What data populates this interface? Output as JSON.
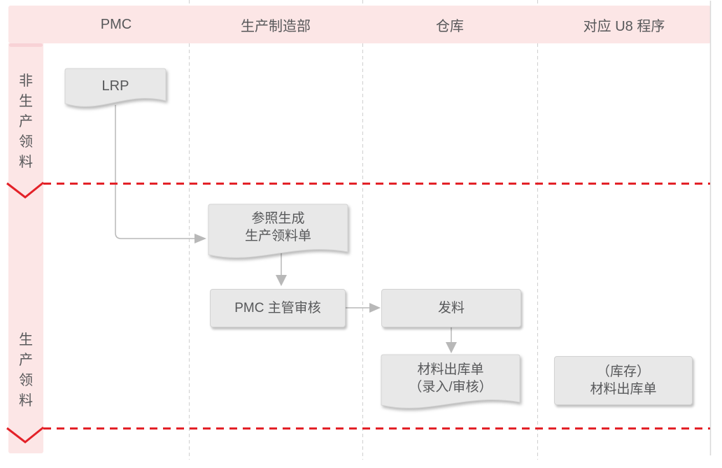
{
  "header": {
    "columns": [
      {
        "label": "PMC"
      },
      {
        "label": "生产制造部"
      },
      {
        "label": "仓库"
      },
      {
        "label": "对应 U8 程序"
      }
    ]
  },
  "lanes": [
    {
      "label": "非生产领料"
    },
    {
      "label": "生产领料"
    }
  ],
  "nodes": {
    "lrp": {
      "type": "document",
      "label": "LRP"
    },
    "ref_generate": {
      "type": "document",
      "line1": "参照生成",
      "line2": "生产领料单"
    },
    "pmc_review": {
      "type": "process",
      "label": "PMC 主管审核"
    },
    "issue": {
      "type": "process",
      "label": "发料"
    },
    "outbound_doc": {
      "type": "document",
      "line1": "材料出库单",
      "line2": "（录入/审核）"
    },
    "u8_outbound": {
      "type": "process",
      "line1": "（库存）",
      "line2": "材料出库单"
    }
  },
  "edges": [
    {
      "from": "lrp",
      "to": "ref_generate"
    },
    {
      "from": "ref_generate",
      "to": "pmc_review"
    },
    {
      "from": "pmc_review",
      "to": "issue"
    },
    {
      "from": "issue",
      "to": "outbound_doc"
    }
  ],
  "colors": {
    "lane_band": "#fce6e6",
    "lane_band_strip": "#f8d2d6",
    "divider_red": "#e32128",
    "shape_fill": "#e8e8e8",
    "shape_border": "#d2d2d2",
    "text": "#57585a",
    "connector": "#b8b8b8",
    "column_divider": "#cfcfcf"
  }
}
